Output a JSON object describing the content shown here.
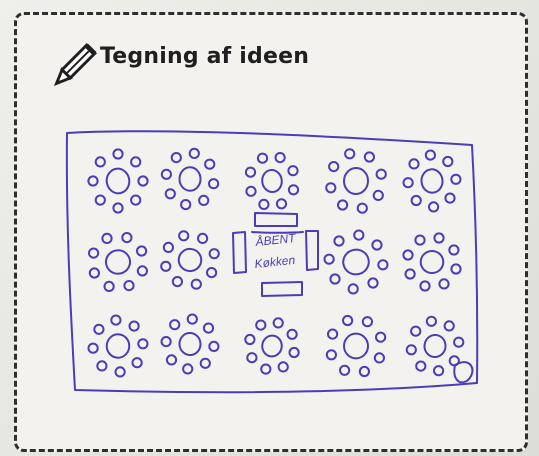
{
  "header": {
    "title": "Tegning af ideen"
  },
  "sketch": {
    "stage": {
      "lines": [
        "ÅBENT",
        "Køkken"
      ]
    },
    "table_rows": 3,
    "table_cols": 5
  },
  "icons": {
    "pencil": "pencil-icon"
  },
  "colors": {
    "ink": "#4b3db7",
    "paper": "#f3f2ee",
    "border": "#2f2f2f",
    "title": "#1f1f1f"
  }
}
